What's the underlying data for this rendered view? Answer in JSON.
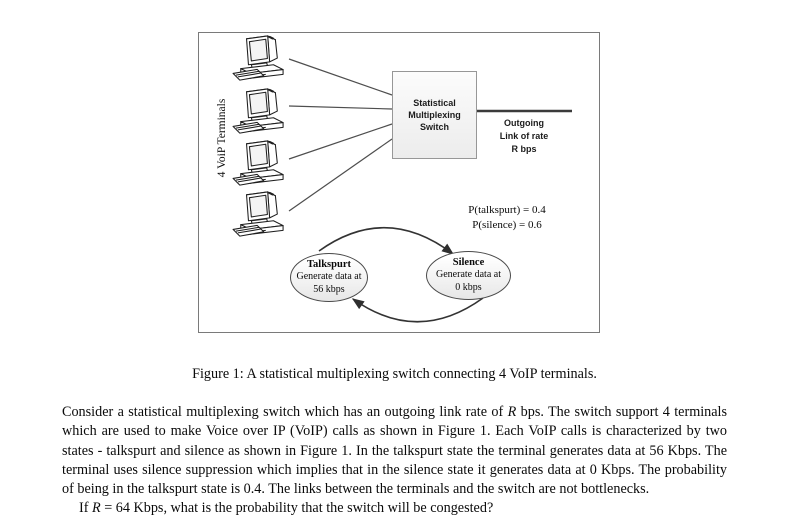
{
  "figure": {
    "terminals_label": "4 VoiP Terminals",
    "switch_label": "Statistical\nMultiplexing\nSwitch",
    "outgoing_link_label": "Outgoing\nLink of rate\nR bps",
    "probabilities_label": "P(talkspurt) = 0.4\nP(silence) = 0.6",
    "talkspurt_state": {
      "name": "Talkspurt",
      "line1": "Generate data at",
      "line2": "56 kbps"
    },
    "silence_state": {
      "name": "Silence",
      "line1": "Generate data at",
      "line2": "0 kbps"
    },
    "terminal_icon": "desktop-computer-icon"
  },
  "caption": "Figure 1: A statistical multiplexing switch connecting 4 VoIP terminals.",
  "paragraph": {
    "seg1": "Consider a statistical multiplexing switch which has an outgoing link rate of",
    "var1": "R",
    "seg2": "bps. The switch support 4 terminals which are used to make Voice over IP (VoIP) calls as shown in Figure 1. Each VoIP calls is characterized by two states - talkspurt and silence as shown in Figure 1. In the talkspurt state the terminal generates data at 56 Kbps. The terminal uses silence suppression which implies that in the silence state it generates data at 0 Kbps. The probability of being in the talkspurt state is 0.4. The links between the terminals and the switch are not bottlenecks."
  },
  "question": {
    "seg1": "If",
    "var1": "R",
    "seg2": "= 64 Kbps, what is the probability that the switch will be congested?"
  }
}
